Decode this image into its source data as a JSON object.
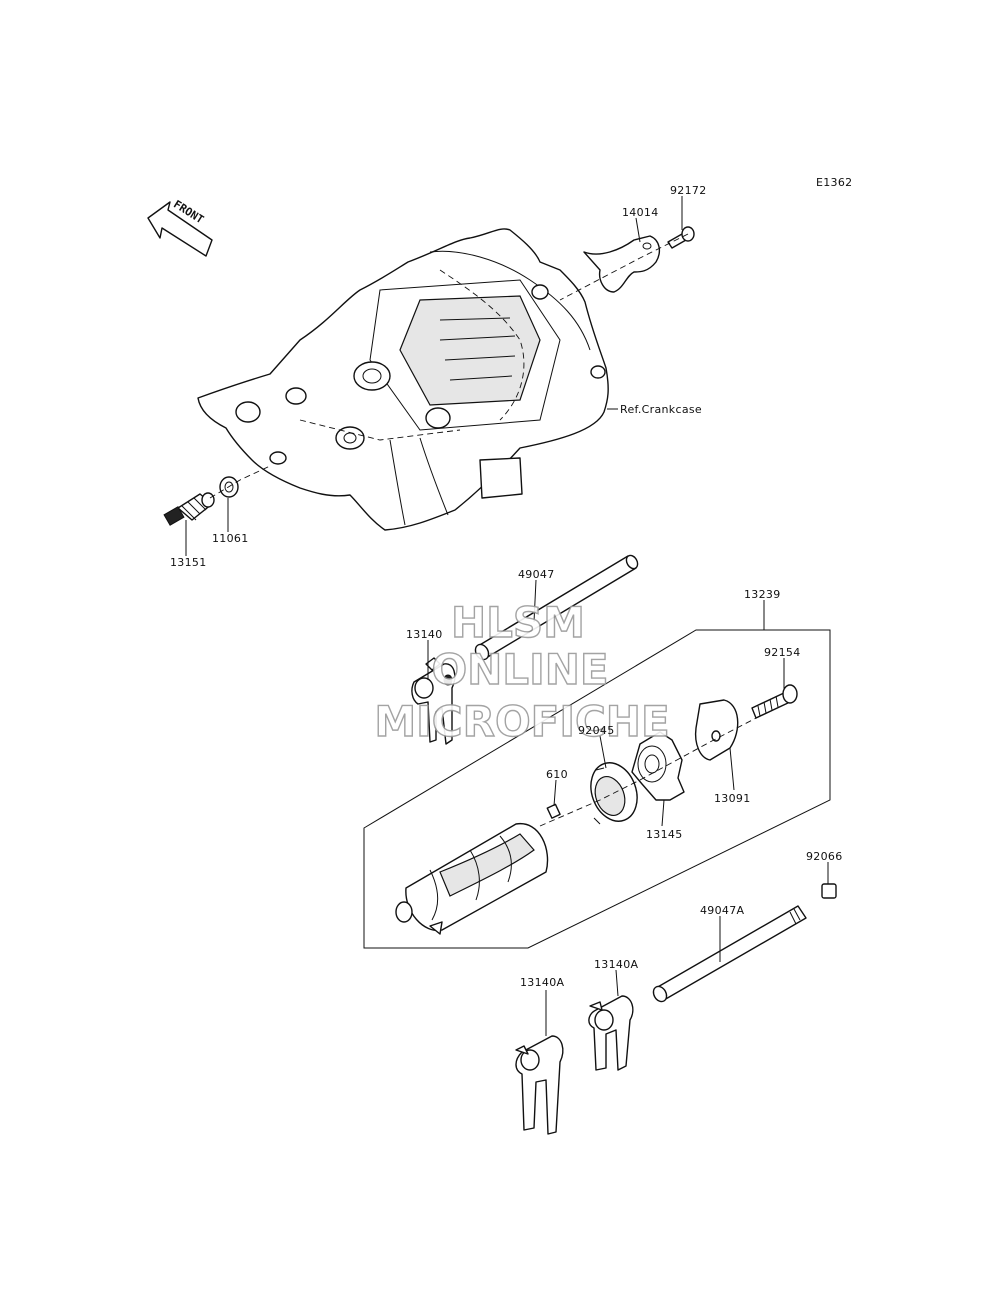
{
  "diagram_code": "E1362",
  "front_label": "FRONT",
  "reference_label": "Ref.Crankcase",
  "watermark": {
    "line1": "HLSM",
    "line2": "ONLINE",
    "line3": "MICROFICHE"
  },
  "parts": [
    {
      "id": "p-92172",
      "number": "92172"
    },
    {
      "id": "p-14014",
      "number": "14014"
    },
    {
      "id": "p-13151",
      "number": "13151"
    },
    {
      "id": "p-11061",
      "number": "11061"
    },
    {
      "id": "p-49047",
      "number": "49047"
    },
    {
      "id": "p-13239",
      "number": "13239"
    },
    {
      "id": "p-13140",
      "number": "13140"
    },
    {
      "id": "p-92154",
      "number": "92154"
    },
    {
      "id": "p-92045",
      "number": "92045"
    },
    {
      "id": "p-610",
      "number": "610"
    },
    {
      "id": "p-13091",
      "number": "13091"
    },
    {
      "id": "p-13145",
      "number": "13145"
    },
    {
      "id": "p-92066",
      "number": "92066"
    },
    {
      "id": "p-49047A",
      "number": "49047A"
    },
    {
      "id": "p-13140A-right",
      "number": "13140A"
    },
    {
      "id": "p-13140A-left",
      "number": "13140A"
    }
  ]
}
